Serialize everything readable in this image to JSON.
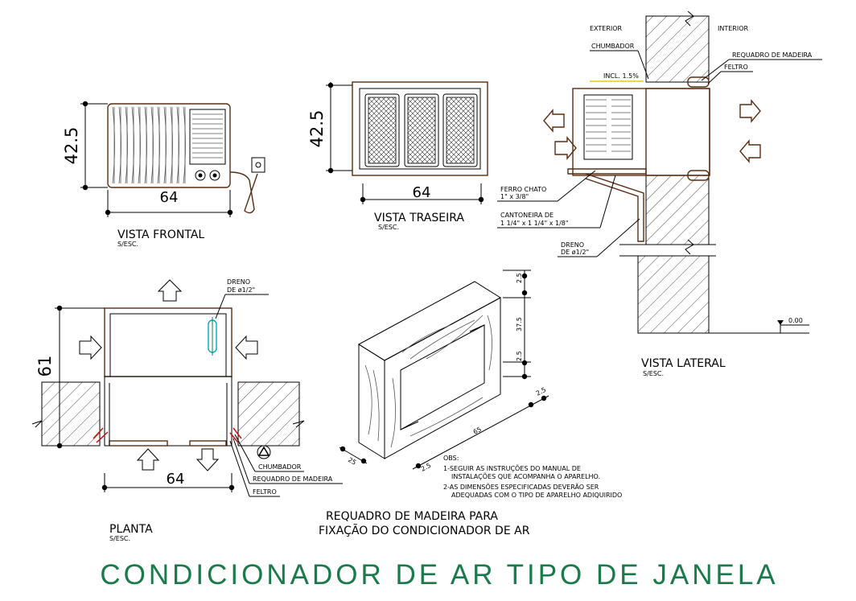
{
  "title": "CONDICIONADOR DE AR TIPO DE JANELA",
  "colors": {
    "line": "#000000",
    "unit": "#5a2d12",
    "title": "#1a7a4a",
    "drain": "#00a8c8",
    "alert": "#d01010"
  },
  "vista_frontal": {
    "label": "VISTA FRONTAL",
    "scale": "S/ESC.",
    "height_dim": "42.5",
    "width_dim": "64"
  },
  "vista_traseira": {
    "label": "VISTA TRASEIRA",
    "scale": "S/ESC.",
    "height_dim": "42.5",
    "width_dim": "64"
  },
  "vista_lateral": {
    "label": "VISTA LATERAL",
    "scale": "S/ESC.",
    "exterior": "EXTERIOR",
    "interior": "INTERIOR",
    "chumbador": "CHUMBADOR",
    "requadro": "REQUADRO DE MADEIRA",
    "feltro": "FELTRO",
    "incl": "INCL. 1.5%",
    "ferro_1": "FERRO CHATO",
    "ferro_2": "1\" x 3/8\"",
    "cantoneira_1": "CANTONEIRA DE",
    "cantoneira_2": "1 1/4\" x 1 1/4\" x 1/8\"",
    "dreno_1": "DRENO",
    "dreno_2": "DE ø1/2\"",
    "level": "0.00"
  },
  "planta": {
    "label": "PLANTA",
    "scale": "S/ESC.",
    "dreno_1": "DRENO",
    "dreno_2": "DE ø1/2\"",
    "height_dim": "61",
    "width_dim": "64",
    "chumbador": "CHUMBADOR",
    "requadro": "REQUADRO DE MADEIRA",
    "feltro": "FELTRO"
  },
  "requadro": {
    "title_1": "REQUADRO DE MADEIRA PARA",
    "title_2": "FIXAÇÃO DO CONDICIONADOR DE AR",
    "dims": {
      "top": "2.5",
      "mid": "37.5",
      "bot": "2.5",
      "width": "65",
      "depth_r": "2.5",
      "depth_l": "25",
      "side_l": "2.5"
    },
    "obs_title": "OBS:",
    "obs_1a": "1-SEGUIR AS INSTRUÇÕES DO MANUAL DE",
    "obs_1b": "INSTALAÇÕES QUE ACOMPANHA O APARELHO.",
    "obs_2a": "2-AS DIMENSÕES ESPECIFICADAS DEVERÃO SER",
    "obs_2b": "ADEQUADAS COM O TIPO DE APARELHO ADIQUIRIDO"
  }
}
